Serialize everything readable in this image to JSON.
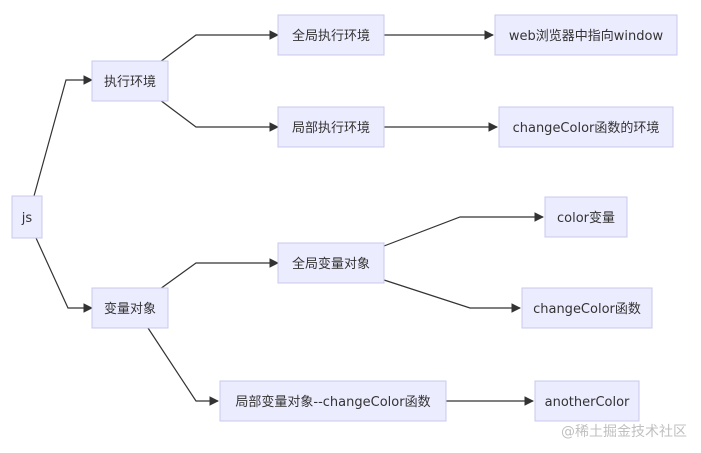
{
  "nodes": {
    "js": "js",
    "exec_env": "执行环境",
    "global_exec_env": "全局执行环境",
    "web_browser_window": "web浏览器中指向window",
    "local_exec_env": "局部执行环境",
    "change_color_env": "changeColor函数的环境",
    "var_obj": "变量对象",
    "global_var_obj": "全局变量对象",
    "color_var": "color变量",
    "change_color_func": "changeColor函数",
    "local_var_obj": "局部变量对象--changeColor函数",
    "another_color": "anotherColor"
  },
  "watermark": "@稀土掘金技术社区"
}
